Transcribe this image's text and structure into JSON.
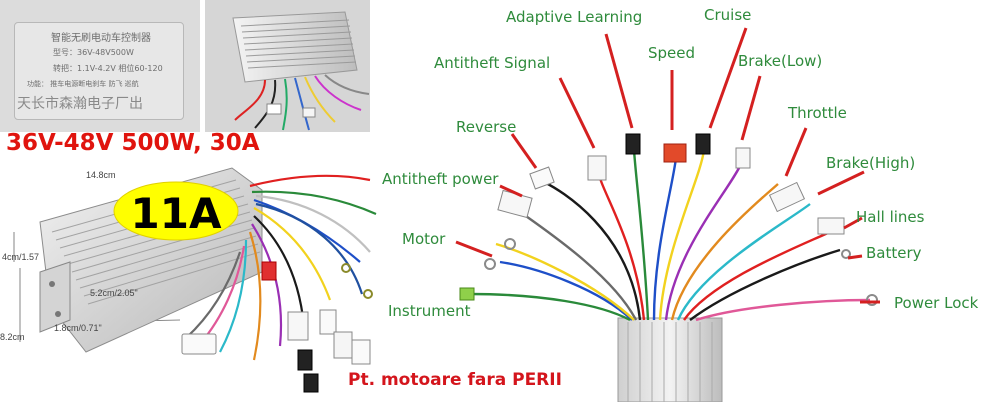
{
  "product_photos": {
    "label_plate_lines": [
      "智能无刷电动车控制器",
      "型号：36V-48V500W",
      "转把：1.1V-4.2V 相位60-120",
      "功能：    推车电源断电刹车 防飞 巡航",
      "天长市森瀚电子厂出"
    ]
  },
  "spec_headline": "36V-48V 500W, 30A",
  "current_badge": "11A",
  "dimensions": {
    "length": "14.8cm",
    "height": "4cm/1.57",
    "mid": "5.2cm/2.05\"",
    "small": "1.8cm/0.71\"",
    "width": "8.2cm"
  },
  "footer_note": "Pt. motoare fara PERII",
  "wiring_labels": [
    "Adaptive Learning",
    "Cruise",
    "Speed",
    "Antitheft Signal",
    "Brake(Low)",
    "Throttle",
    "Reverse",
    "Brake(High)",
    "Antitheft power",
    "Hall lines",
    "Motor",
    "Battery",
    "Instrument",
    "Power Lock"
  ],
  "colors": {
    "headline_red": "#e0140e",
    "badge_yellow": "#ffff00",
    "callout_green": "#2f8b3c",
    "arrow_red": "#d42020"
  },
  "icons": [
    "controller-photo",
    "wire-harness",
    "callout-arrow",
    "ring-terminal",
    "connector-plug"
  ]
}
